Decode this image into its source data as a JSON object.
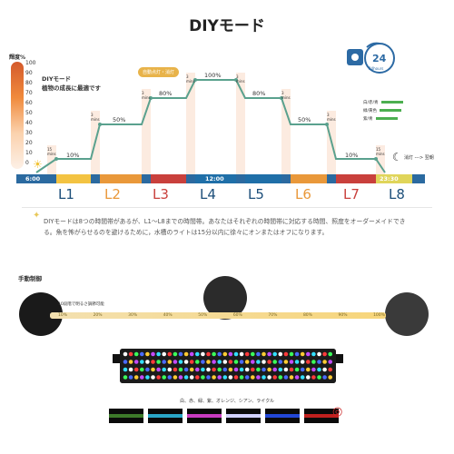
{
  "title": "DIYモード",
  "y_axis": {
    "label": "輝度%",
    "ticks": [
      "100",
      "90",
      "80",
      "70",
      "60",
      "50",
      "40",
      "30",
      "20",
      "10",
      "0"
    ]
  },
  "note": {
    "line1": "DIYモード",
    "line2": "植物の成長に最適です"
  },
  "pill_label": "自動点灯・消灯",
  "clock_label": "24hours",
  "legend": [
    "白/赤/青",
    "緑/黄色",
    "紫/青"
  ],
  "moon_label": "消灯 ---> 翌朝",
  "segments": [
    {
      "label": "L1",
      "pct": "10%",
      "color": "#f3c342"
    },
    {
      "label": "L2",
      "pct": "50%",
      "color": "#e9983a"
    },
    {
      "label": "L3",
      "pct": "80%",
      "color": "#d9534f"
    },
    {
      "label": "L4",
      "pct": "100%",
      "color": "#1f6fa8"
    },
    {
      "label": "L5",
      "pct": "80%",
      "color": "#1f6fa8"
    },
    {
      "label": "L6",
      "pct": "50%",
      "color": "#e9983a"
    },
    {
      "label": "L7",
      "pct": "10%",
      "color": "#d9534f"
    },
    {
      "label": "L8",
      "pct": "",
      "color": "#2e8b57"
    }
  ],
  "ramp_label": "15 mins",
  "ramp_labels_short": "3 mins",
  "times": {
    "start": "6:00",
    "noon": "12:00",
    "end": "23:30"
  },
  "description": "DIYモードは8つの時間帯があるが、L1～L8までの時間帯。あなたはそれぞれの時間帯に対応する時間、照度をオーダーメイドできる。魚を怖がらせるのを避けるために，水槽のライトは15分以内に徐々にオンまたはオフになります。",
  "manual": {
    "title": "手動制御",
    "hint": "10段階で明るさ調節可能",
    "steps": [
      "10%",
      "20%",
      "30%",
      "40%",
      "50%",
      "60%",
      "70%",
      "80%",
      "90%",
      "100%"
    ]
  },
  "colors_caption": "白、赤、緑、紫、オレンジ、シアン、ライクル",
  "colors": [
    "#3d7a2a",
    "#2aa6c8",
    "#c93cc0",
    "#d1d1ff",
    "#2247d6",
    "#c0201e"
  ],
  "accent": "#3b82c4"
}
